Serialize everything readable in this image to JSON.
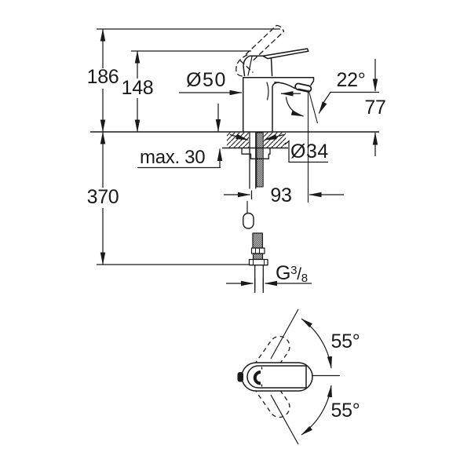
{
  "background": "#ffffff",
  "line_color": "#1a1a1a",
  "side_view": {
    "total_height": "186",
    "handle_height": "148",
    "body_diameter": "Ø50",
    "stream_angle": "22°",
    "outlet_height": "77",
    "deck_thickness_max": "max. 30",
    "hole_diameter": "Ø34",
    "spout_reach": "93",
    "hose_drop": "370",
    "thread_prefix": "G",
    "thread_numerator": "3",
    "thread_slash": "/",
    "thread_denominator": "8"
  },
  "top_view": {
    "swing_angle_upper": "55°",
    "swing_angle_lower": "55°"
  }
}
